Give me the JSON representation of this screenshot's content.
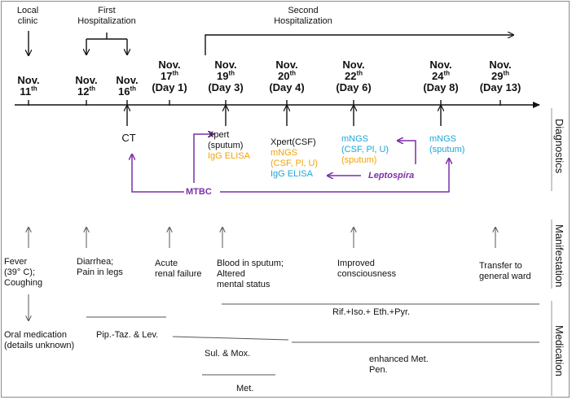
{
  "header": {
    "local_clinic": [
      "Local",
      "clinic"
    ],
    "first_hosp": [
      "First",
      "Hospitalization"
    ],
    "second_hosp": [
      "Second",
      "Hospitalization"
    ]
  },
  "dates": [
    {
      "month": "Nov.",
      "day": "11",
      "sup": "th",
      "label": ""
    },
    {
      "month": "Nov.",
      "day": "12",
      "sup": "th",
      "label": ""
    },
    {
      "month": "Nov.",
      "day": "16",
      "sup": "th",
      "label": ""
    },
    {
      "month": "Nov.",
      "day": "17",
      "sup": "th",
      "label": "(Day 1)"
    },
    {
      "month": "Nov.",
      "day": "19",
      "sup": "th",
      "label": "(Day 3)"
    },
    {
      "month": "Nov.",
      "day": "20",
      "sup": "th",
      "label": "(Day 4)"
    },
    {
      "month": "Nov.",
      "day": "22",
      "sup": "th",
      "label": "(Day 6)"
    },
    {
      "month": "Nov.",
      "day": "24",
      "sup": "th",
      "label": "(Day 8)"
    },
    {
      "month": "Nov.",
      "day": "29",
      "sup": "th",
      "label": "(Day 13)"
    }
  ],
  "diagnostics": {
    "ct": "CT",
    "xpert_sputum": [
      "Xpert",
      "(sputum)"
    ],
    "igg1": "IgG ELISA",
    "xpert_csf": "Xpert(CSF)",
    "mngs_csf": [
      "mNGS",
      "(CSF, Pl, U)"
    ],
    "igg2": "IgG ELISA",
    "mngs_blue": [
      "mNGS",
      "(CSF, Pl, U)"
    ],
    "sputum_orange": "(sputum)",
    "mngs_sputum": [
      "mNGS",
      "(sputum)"
    ],
    "mtbc": "MTBC",
    "leptospira": "Leptospira",
    "colors": {
      "orange": "#f0a30a",
      "blue": "#1aa7d8",
      "purple": "#7b2fa8"
    }
  },
  "manifestations": {
    "fever": [
      "Fever",
      "(39° C);",
      "Coughing"
    ],
    "diarrhea": [
      "Diarrhea;",
      "Pain in legs"
    ],
    "renal": [
      "Acute",
      "renal failure"
    ],
    "blood": [
      "Blood in sputum;",
      "Altered",
      "mental status"
    ],
    "consciousness": [
      "Improved",
      "consciousness"
    ],
    "transfer": [
      "Transfer to",
      "general ward"
    ]
  },
  "medications": {
    "oral": [
      "Oral medication",
      "(details unknown)"
    ],
    "pip": "Pip.-Taz. & Lev.",
    "sul": "Sul. & Mox.",
    "met": "Met.",
    "rif": "Rif.+Iso.+ Eth.+Pyr.",
    "enhanced": [
      "enhanced Met.",
      "Pen."
    ]
  },
  "side_labels": {
    "diagnostics": "Diagnostics",
    "manifestation": "Manifestation",
    "medication": "Medication"
  }
}
